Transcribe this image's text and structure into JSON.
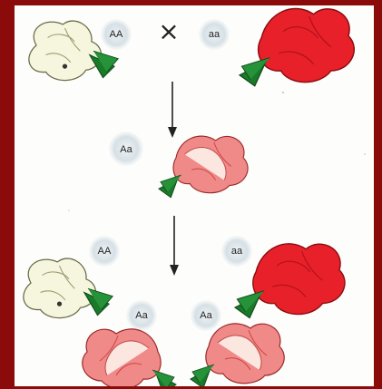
{
  "parents": {
    "left_genotype": "AA",
    "right_genotype": "aa",
    "cross_symbol": "×"
  },
  "f1": {
    "genotype": "Aa"
  },
  "f2": {
    "top_left_genotype": "AA",
    "top_right_genotype": "aa",
    "bottom_left_genotype": "Aa",
    "bottom_right_genotype": "Aa"
  },
  "colors": {
    "white_flower": "#f4f4dc",
    "red_flower": "#e8202a",
    "pink_flower": "#f28a8a",
    "sepal_green": "#1a7a2a",
    "frame_border": "#8b0a0a"
  }
}
